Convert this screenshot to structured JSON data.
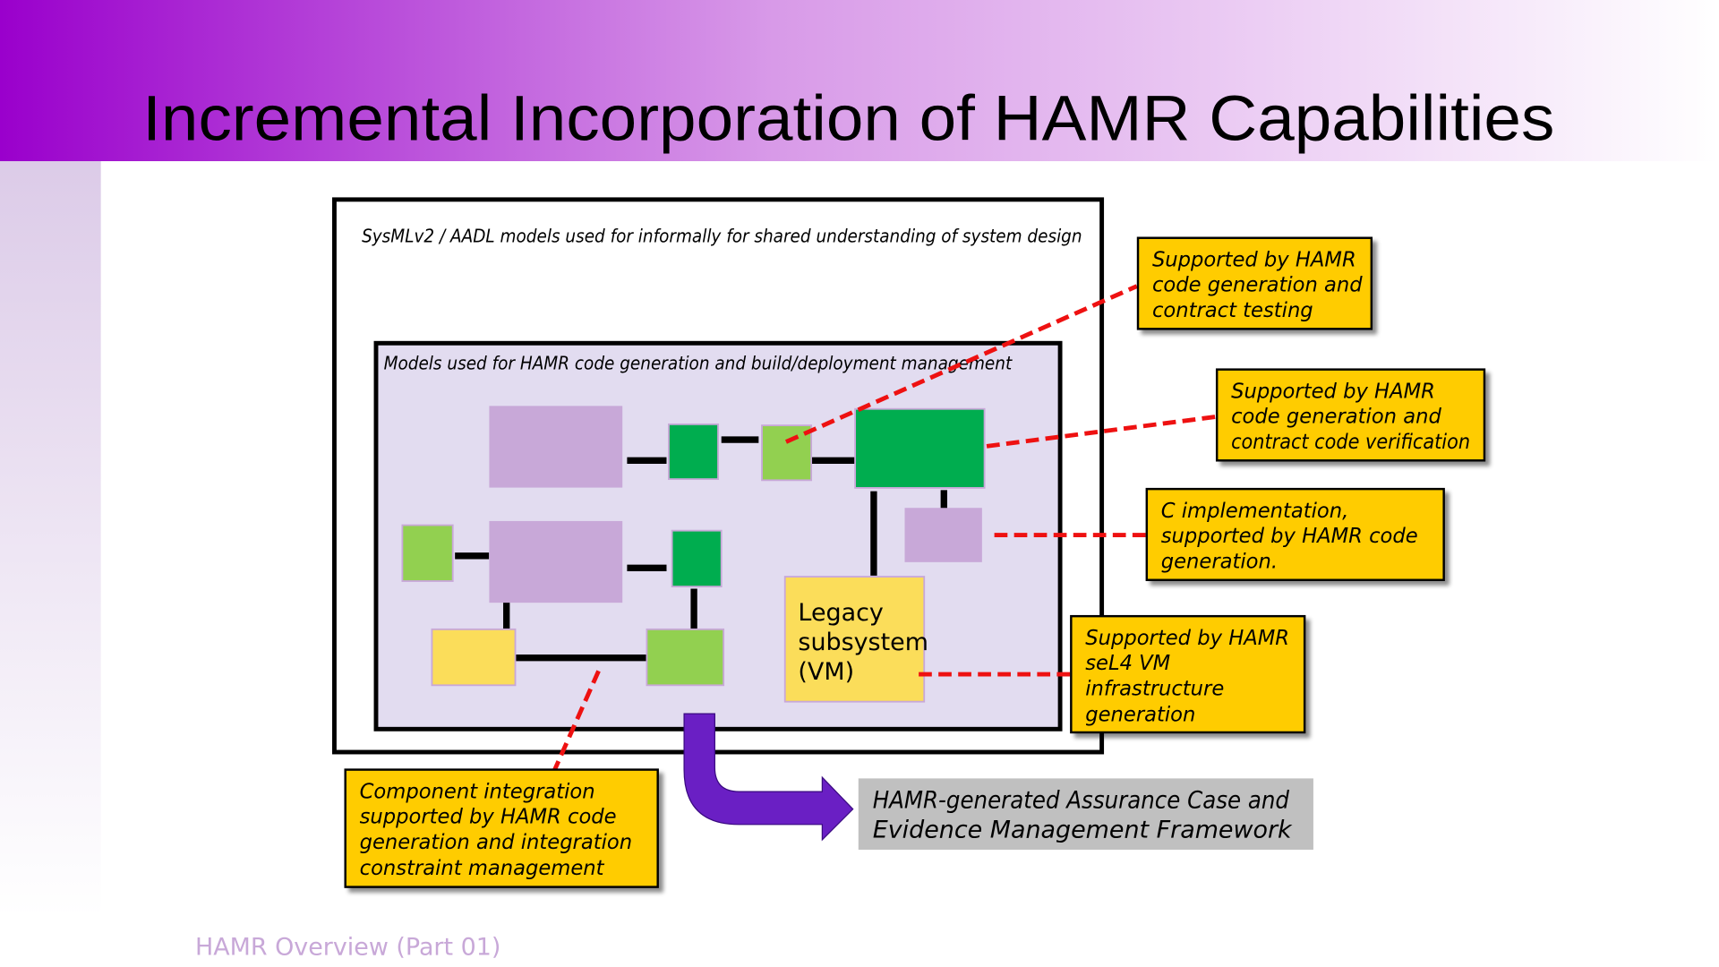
{
  "slide": {
    "title": "Incremental Incorporation of HAMR Capabilities",
    "footer": "HAMR Overview (Part 01)"
  },
  "diagram": {
    "outer_label": "SysMLv2 / AADL models used for informally for shared understanding of system design",
    "inner_label": "Models used for HAMR code generation and build/deployment management",
    "legacy_lines": [
      "Legacy",
      "subsystem",
      "(VM)"
    ],
    "callouts": [
      {
        "lines": [
          "Supported by HAMR",
          "code generation and",
          "contract testing"
        ]
      },
      {
        "lines": [
          "Supported by HAMR",
          "code generation and",
          "contract code verification"
        ]
      },
      {
        "lines": [
          "C implementation,",
          "supported by HAMR code",
          "generation."
        ]
      },
      {
        "lines": [
          "Supported by HAMR",
          "seL4 VM",
          "infrastructure",
          "generation"
        ]
      },
      {
        "lines": [
          "Component integration",
          "supported by HAMR code",
          "generation and integration",
          "constraint management"
        ]
      }
    ],
    "assurance_lines": [
      "HAMR-generated Assurance Case and",
      "Evidence Management Framework"
    ]
  },
  "colors": {
    "header_purple": "#9a00cc",
    "lavender_component": "#c8a8d8",
    "dark_green_component": "#00ad4f",
    "light_green_component": "#92d050",
    "yellow_component": "#fbdd5a",
    "callout_yellow": "#ffcc00",
    "connector_red": "#ee1111",
    "arrow_purple": "#6a1fc4",
    "inner_fill": "#e2dcf0",
    "assurance_gray": "#c0c0c0",
    "footer_text": "#c8a8d8"
  }
}
